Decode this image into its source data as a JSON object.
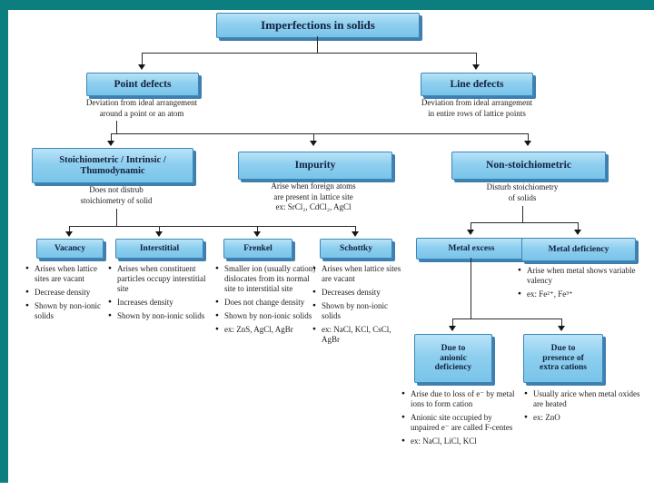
{
  "colors": {
    "accent_teal": "#0d7e7f",
    "box_fill": "#8ecfef",
    "box_border": "#3c87b8",
    "box_shadow": "#3f7fb0",
    "connector_line": "#2a2a2a",
    "text": "#1a1a1a"
  },
  "nodes": {
    "root": {
      "label": "Imperfections in solids"
    },
    "point_defects": {
      "label": "Point defects",
      "caption": [
        "Deviation from ideal arrangement",
        "around a point or an atom"
      ]
    },
    "line_defects": {
      "label": "Line defects",
      "caption": [
        "Deviation from ideal arrangement",
        "in entire rows of lattice points"
      ]
    },
    "stoichiometric": {
      "label": [
        "Stoichiometric / Intrinsic /",
        "Thumodynamic"
      ],
      "caption": [
        "Does not distrub",
        "stoichiometry of solid"
      ]
    },
    "impurity": {
      "label": "Impurity",
      "caption": [
        "Arise when foreign atoms",
        "are present in lattice site",
        "ex: SrCl₂, CdCl₂, AgCl"
      ]
    },
    "non_stoichiometric": {
      "label": "Non-stoichiometric",
      "caption": [
        "Disturb stoichiometry",
        "of solids"
      ]
    },
    "vacancy": {
      "label": "Vacancy",
      "bullets": [
        "Arises when lattice sites are vacant",
        "Decrease density",
        "Shown by non-ionic solids"
      ]
    },
    "interstitial": {
      "label": "Interstitial",
      "bullets": [
        "Arises when constituent particles occupy interstitial site",
        "Increases density",
        "Shown by non-ionic solids"
      ]
    },
    "frenkel": {
      "label": "Frenkel",
      "bullets": [
        "Smaller ion (usually cation) dislocates from its normal site to interstitial site",
        "Does not change density",
        "Shown by non-ionic solids",
        "ex: ZnS, AgCl, AgBr"
      ]
    },
    "schottky": {
      "label": "Schottky",
      "bullets": [
        "Arises when lattice sites are vacant",
        "Decreases density",
        "Shown by non-ionic solids",
        "ex: NaCl, KCl, CsCl, AgBr"
      ]
    },
    "metal_excess": {
      "label": "Metal excess"
    },
    "metal_deficiency": {
      "label": "Metal deficiency",
      "bullets": [
        "Arise when metal shows variable valency",
        "ex: Fe²⁺, Fe³⁺"
      ]
    },
    "due_to_anionic_deficiency": {
      "label": [
        "Due to",
        "anionic",
        "deficiency"
      ],
      "bullets": [
        "Arise due to loss of e⁻ by metal ions to form cation",
        "Anionic site occupied by unpaired e⁻ are called F-centes",
        "ex: NaCl, LiCl, KCl"
      ]
    },
    "due_to_extra_cations": {
      "label": [
        "Due to",
        "presence of",
        "extra cations"
      ],
      "bullets": [
        "Usually arice when metal oxides are heated",
        "ex: ZnO"
      ]
    }
  }
}
